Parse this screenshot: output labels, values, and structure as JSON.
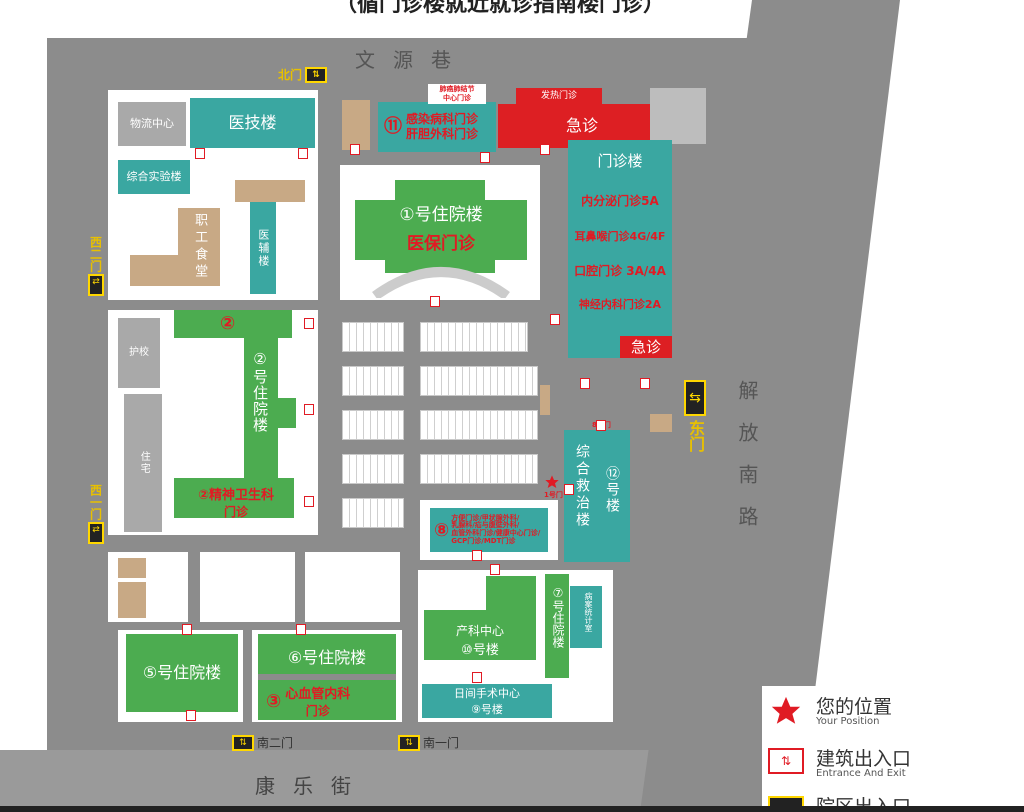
{
  "header_fragment": "（循门诊楼就近就诊指南楼门诊）",
  "roads": {
    "north": "文源巷",
    "south": "康乐街",
    "east": "解放南路"
  },
  "gates": {
    "north": "北门",
    "west2": "西二门",
    "west1": "西一门",
    "east": "东门",
    "south2": "南二门",
    "south1": "南一门"
  },
  "buildings": {
    "logistics": "物流中心",
    "medtech": "医技楼",
    "lab": "综合实验楼",
    "staff_canteen": "职工食堂",
    "aux": "医辅楼",
    "infect_num": "⑪",
    "infect_1": "感染病科门诊",
    "infect_2": "肝胆外科门诊",
    "endo_center_1": "肺癌肺结节",
    "endo_center_2": "中心门诊",
    "fever": "发热门诊",
    "emergency_top": "急诊",
    "outpatient": "门诊楼",
    "outpatient_d1": "内分泌门诊5A",
    "outpatient_d2": "耳鼻喉门诊4G/4F",
    "outpatient_d3": "口腔门诊 3A/4A",
    "outpatient_d4": "神经内科门诊2A",
    "emergency_bottom": "急诊",
    "inpatient1": "①号住院楼",
    "insurance": "医保门诊",
    "nursing_school": "护校",
    "residence": "住宅",
    "inpatient2_num": "②",
    "inpatient2": "②号住院楼",
    "mental_1": "②精神卫生科",
    "mental_2": "门诊",
    "building8_num": "⑧",
    "building8_l1": "方便门诊/甲状腺外科/",
    "building8_l2": "乳腺科/疝与腹壁外科/",
    "building8_l3": "血管外科门诊/健康中心门诊/",
    "building8_l4": "GCP门诊/MDT门诊",
    "rescue": "综合救治楼",
    "rescue_num": "⑫号楼",
    "b8_label": "8号门",
    "b1_label": "1号门",
    "obstetrics_1": "产科中心",
    "obstetrics_2": "⑩号楼",
    "inpatient7": "⑦号住院楼",
    "records": "病案统计室",
    "inpatient5": "⑤号住院楼",
    "inpatient6": "⑥号住院楼",
    "cardio_num": "③",
    "cardio_1": "心血管内科",
    "cardio_2": "门诊",
    "dayop_1": "日间手术中心",
    "dayop_2": "⑨号楼"
  },
  "legend": {
    "position": "您的位置",
    "position_en": "Your Position",
    "entrance": "建筑出入口",
    "entrance_en": "Entrance And Exit",
    "campus_gate": "院区出入口"
  },
  "colors": {
    "road": "#8c8c8c",
    "teal": "#3aa7a1",
    "green": "#4cac50",
    "red": "#dd1f23",
    "gate": "#ffd700",
    "tan": "#c8a985"
  },
  "icons": {
    "star": "star-icon",
    "entrance": "entrance-icon",
    "gate": "gate-icon"
  }
}
